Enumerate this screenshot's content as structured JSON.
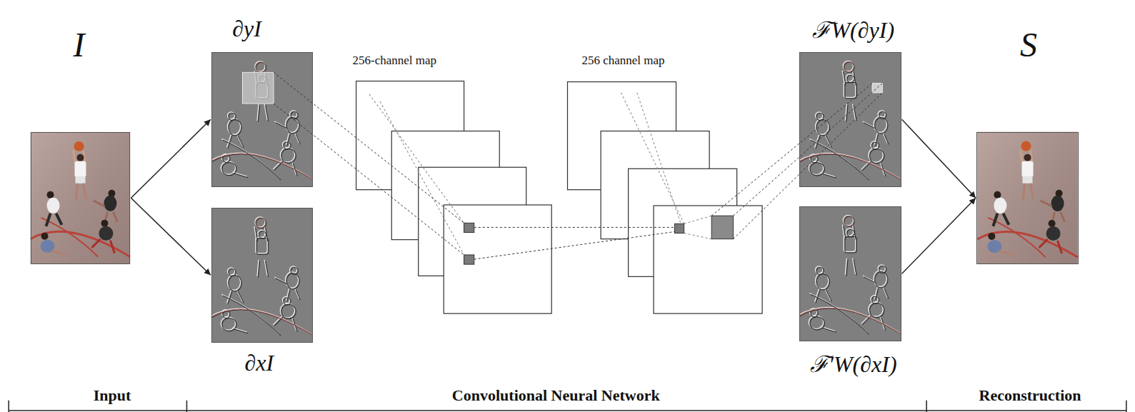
{
  "diagram": {
    "nodes": [
      {
        "text": [
          "I"
        ]
      },
      {
        "text": [
          "∂yI"
        ]
      },
      {
        "text": [
          "∂xI"
        ]
      },
      {
        "text": [
          "256-channel map"
        ]
      },
      {
        "text": [
          "256 channel map"
        ]
      },
      {
        "text": [
          "ℱW(∂yI)"
        ]
      },
      {
        "text": [
          "ℱ′W(∂xI)"
        ]
      },
      {
        "text": [
          "S"
        ]
      }
    ],
    "edges": [
      {
        "from": 0,
        "to": 1,
        "arrow": "to"
      },
      {
        "from": 0,
        "to": 2,
        "arrow": "to"
      },
      {
        "from": 1,
        "to": 3,
        "arrow": "none"
      },
      {
        "from": 3,
        "to": 4,
        "arrow": "none"
      },
      {
        "from": 4,
        "to": 5,
        "arrow": "none"
      },
      {
        "from": 5,
        "to": 7,
        "arrow": "to"
      },
      {
        "from": 6,
        "to": 7,
        "arrow": "to"
      }
    ],
    "labels": [
      "Input",
      "Convolutional Neural Network",
      "Reconstruction"
    ]
  }
}
